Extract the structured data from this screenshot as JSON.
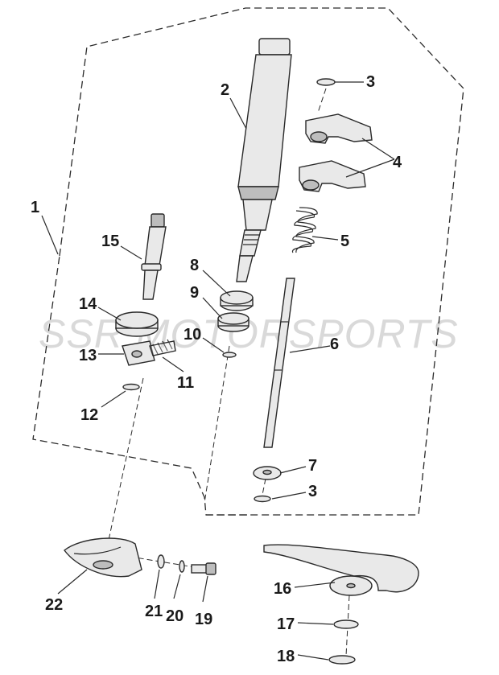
{
  "watermark": "SSR MOTORSPORTS",
  "callouts": {
    "c1": "1",
    "c2": "2",
    "c3a": "3",
    "c3b": "3",
    "c4": "4",
    "c5": "5",
    "c6": "6",
    "c7": "7",
    "c8": "8",
    "c9": "9",
    "c10": "10",
    "c11": "11",
    "c12": "12",
    "c13": "13",
    "c14": "14",
    "c15": "15",
    "c16": "16",
    "c17": "17",
    "c18": "18",
    "c19": "19",
    "c20": "20",
    "c21": "21",
    "c22": "22"
  }
}
